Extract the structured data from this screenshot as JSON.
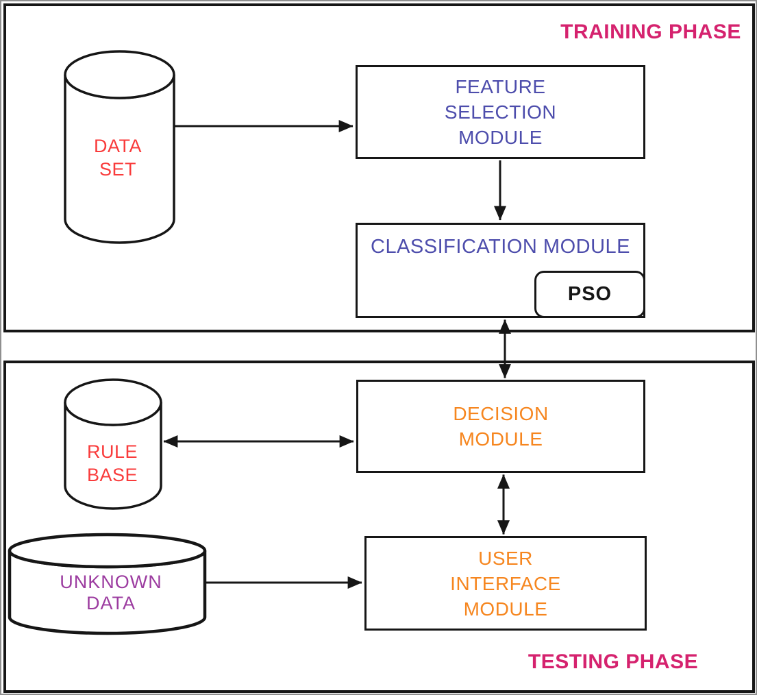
{
  "diagram": {
    "colors": {
      "phase_label": "#d5226e",
      "blue_text": "#4d4dac",
      "orange_text": "#f6861f",
      "red_text": "#f93b3b",
      "purple_text": "#9c3ca0",
      "line": "#161616",
      "fill": "#ffffff"
    },
    "training_phase": {
      "label": "TRAINING PHASE",
      "nodes": {
        "dataset": {
          "type": "cylinder",
          "lines": [
            "DATA",
            "SET"
          ]
        },
        "feature_selection": {
          "type": "box",
          "lines": [
            "FEATURE",
            "SELECTION",
            "MODULE"
          ]
        },
        "classification": {
          "type": "box",
          "lines": [
            "CLASSIFICATION MODULE"
          ]
        },
        "pso": {
          "type": "rounded-box",
          "lines": [
            "PSO"
          ]
        }
      }
    },
    "testing_phase": {
      "label": "TESTING PHASE",
      "nodes": {
        "rule_base": {
          "type": "cylinder",
          "lines": [
            "RULE",
            "BASE"
          ]
        },
        "unknown_data": {
          "type": "cylinder",
          "lines": [
            "UNKNOWN",
            "DATA"
          ]
        },
        "decision": {
          "type": "box",
          "lines": [
            "DECISION",
            "MODULE"
          ]
        },
        "user_interface": {
          "type": "box",
          "lines": [
            "USER",
            "INTERFACE",
            "MODULE"
          ]
        }
      }
    },
    "connections": [
      {
        "from": "dataset",
        "to": "feature_selection",
        "direction": "one-way"
      },
      {
        "from": "feature_selection",
        "to": "classification",
        "direction": "one-way"
      },
      {
        "from": "classification",
        "to": "decision",
        "direction": "two-way"
      },
      {
        "from": "rule_base",
        "to": "decision",
        "direction": "two-way"
      },
      {
        "from": "decision",
        "to": "user_interface",
        "direction": "two-way"
      },
      {
        "from": "unknown_data",
        "to": "user_interface",
        "direction": "one-way"
      }
    ]
  }
}
